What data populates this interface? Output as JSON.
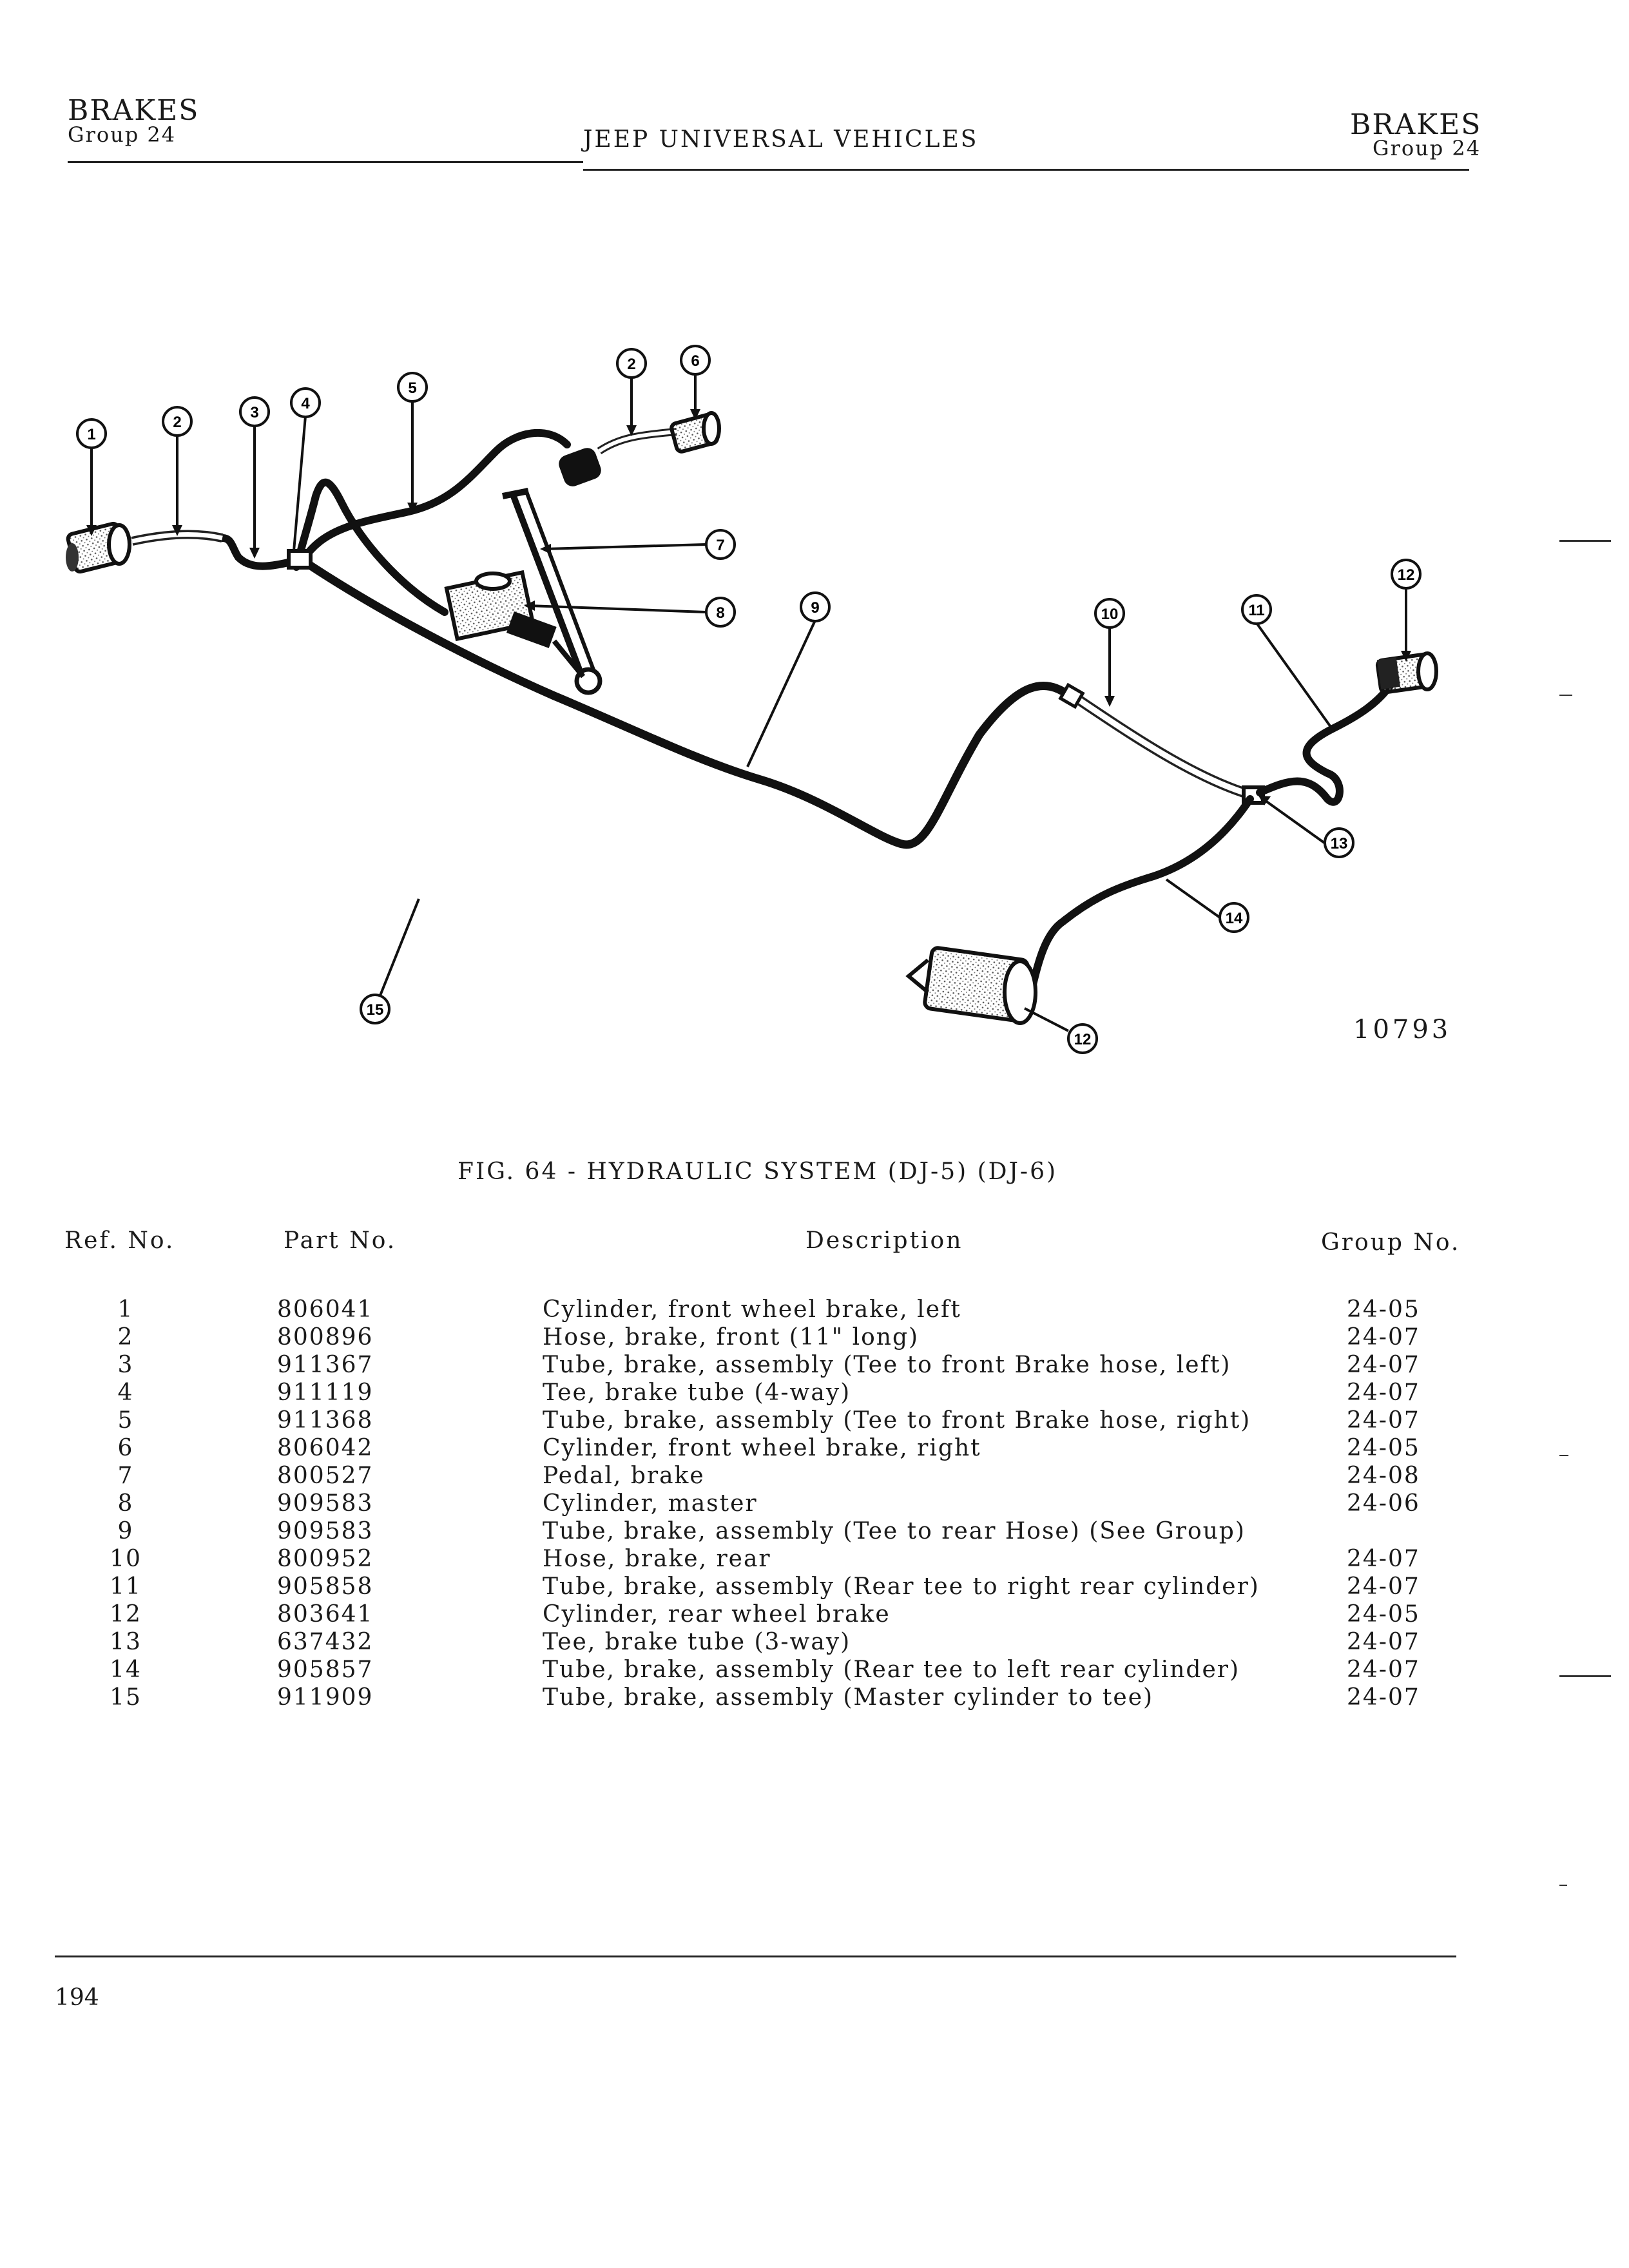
{
  "header": {
    "left_title": "BRAKES",
    "left_group": "Group 24",
    "center_title": "JEEP UNIVERSAL VEHICLES",
    "right_title": "BRAKES",
    "right_group": "Group 24"
  },
  "figure": {
    "number": "10793",
    "caption": "FIG. 64 - HYDRAULIC SYSTEM (DJ-5) (DJ-6)",
    "callouts": [
      "1",
      "2",
      "3",
      "4",
      "5",
      "2",
      "6",
      "7",
      "8",
      "9",
      "10",
      "11",
      "12",
      "13",
      "14",
      "12",
      "15"
    ]
  },
  "table": {
    "headers": {
      "ref": "Ref. No.",
      "part": "Part No.",
      "description": "Description",
      "group": "Group No."
    },
    "rows": [
      {
        "ref": "1",
        "part": "806041",
        "description": "Cylinder, front wheel brake, left",
        "group": "24-05"
      },
      {
        "ref": "2",
        "part": "800896",
        "description": "Hose, brake, front (11\" long)",
        "group": "24-07"
      },
      {
        "ref": "3",
        "part": "911367",
        "description": "Tube, brake, assembly (Tee to front Brake hose, left)",
        "group": "24-07"
      },
      {
        "ref": "4",
        "part": "911119",
        "description": "Tee, brake tube (4-way)",
        "group": "24-07"
      },
      {
        "ref": "5",
        "part": "911368",
        "description": "Tube, brake, assembly (Tee to front Brake hose, right)",
        "group": "24-07"
      },
      {
        "ref": "6",
        "part": "806042",
        "description": "Cylinder, front wheel brake, right",
        "group": "24-05"
      },
      {
        "ref": "7",
        "part": "800527",
        "description": "Pedal, brake",
        "group": "24-08"
      },
      {
        "ref": "8",
        "part": "909583",
        "description": "Cylinder, master",
        "group": "24-06"
      },
      {
        "ref": "9",
        "part": "909583",
        "description": "Tube, brake, assembly (Tee to rear Hose) (See Group)",
        "group": ""
      },
      {
        "ref": "10",
        "part": "800952",
        "description": "Hose, brake, rear",
        "group": "24-07"
      },
      {
        "ref": "11",
        "part": "905858",
        "description": "Tube, brake, assembly (Rear tee to right rear cylinder)",
        "group": "24-07"
      },
      {
        "ref": "12",
        "part": "803641",
        "description": "Cylinder, rear wheel brake",
        "group": "24-05"
      },
      {
        "ref": "13",
        "part": "637432",
        "description": "Tee, brake tube (3-way)",
        "group": "24-07"
      },
      {
        "ref": "14",
        "part": "905857",
        "description": "Tube, brake, assembly (Rear tee to left rear cylinder)",
        "group": "24-07"
      },
      {
        "ref": "15",
        "part": "911909",
        "description": "Tube, brake, assembly (Master cylinder to tee)",
        "group": "24-07"
      }
    ]
  },
  "footer": {
    "page_number": "194"
  }
}
